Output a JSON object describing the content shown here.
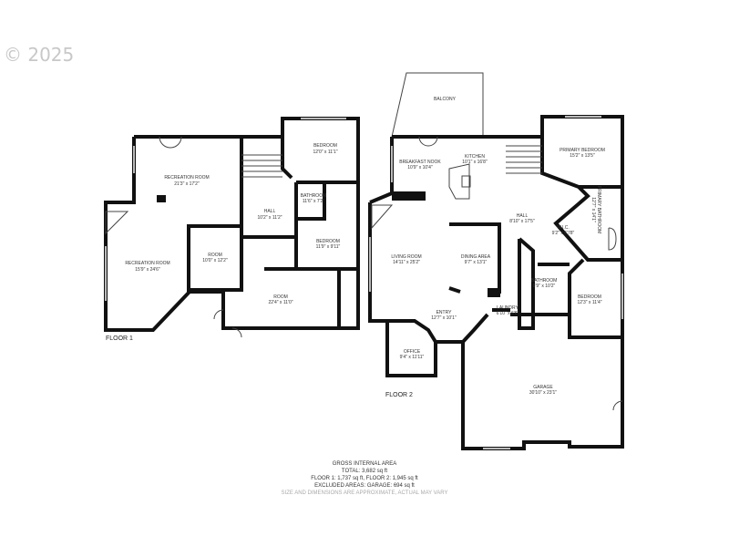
{
  "watermark": "© 2025",
  "floor1": {
    "label": "FLOOR 1",
    "rooms": [
      {
        "name": "RECREATION ROOM",
        "dims": "21'3\" x 17'2\""
      },
      {
        "name": "RECREATION ROOM",
        "dims": "15'9\" x 24'6\""
      },
      {
        "name": "HALL",
        "dims": "10'2\" x 11'2\""
      },
      {
        "name": "BEDROOM",
        "dims": "12'0\" x 11'1\""
      },
      {
        "name": "BATHROOM",
        "dims": "11'6\" x 7'2\""
      },
      {
        "name": "BEDROOM",
        "dims": "11'9\" x 9'11\""
      },
      {
        "name": "ROOM",
        "dims": "10'0\" x 12'2\""
      },
      {
        "name": "ROOM",
        "dims": "22'4\" x 11'0\""
      }
    ]
  },
  "floor2": {
    "label": "FLOOR 2",
    "rooms": [
      {
        "name": "BALCONY",
        "dims": ""
      },
      {
        "name": "BREAKFAST NOOK",
        "dims": "10'9\" x 10'4\""
      },
      {
        "name": "KITCHEN",
        "dims": "10'1\" x 16'8\""
      },
      {
        "name": "PRIMARY BEDROOM",
        "dims": "15'2\" x 13'5\""
      },
      {
        "name": "HALL",
        "dims": "8'10\" x 17'5\""
      },
      {
        "name": "W.I.C.",
        "dims": "9'2\" x 6'78\""
      },
      {
        "name": "PRIMARY BATHROOM",
        "dims": "12'7\" x 14'1\""
      },
      {
        "name": "LIVING ROOM",
        "dims": "14'11\" x 25'2\""
      },
      {
        "name": "DINING AREA",
        "dims": "9'7\" x 13'1\""
      },
      {
        "name": "BATHROOM",
        "dims": "6'9\" x 10'2\""
      },
      {
        "name": "LAUNDRY",
        "dims": "6'10\" x 6'6\""
      },
      {
        "name": "ENTRY",
        "dims": "12'7\" x 10'1\""
      },
      {
        "name": "BEDROOM",
        "dims": "12'3\" x 11'4\""
      },
      {
        "name": "OFFICE",
        "dims": "9'4\" x 11'11\""
      },
      {
        "name": "GARAGE",
        "dims": "30'10\" x 23'1\""
      }
    ]
  },
  "summary": {
    "title": "GROSS INTERNAL AREA",
    "total": "TOTAL: 3,682 sq ft",
    "floors": "FLOOR 1: 1,737 sq ft, FLOOR 2: 1,945 sq ft",
    "excluded": "EXCLUDED AREAS: GARAGE: 694 sq ft",
    "note": "SIZE AND DIMENSIONS ARE APPROXIMATE, ACTUAL MAY VARY"
  }
}
